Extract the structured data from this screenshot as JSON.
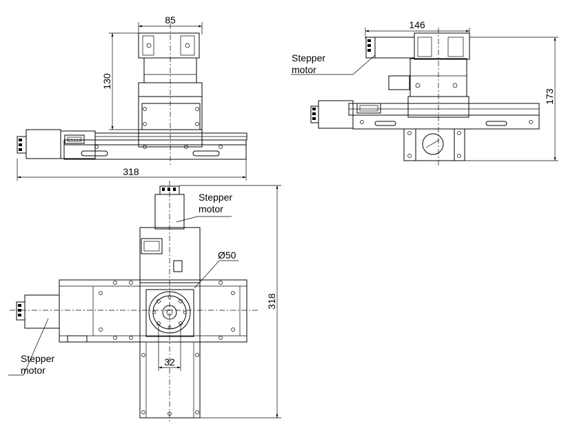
{
  "dimensions": {
    "front_width": "85",
    "front_height": "130",
    "front_length": "318",
    "side_width": "146",
    "side_height": "173",
    "top_length": "318",
    "rotary_diameter": "Ø50",
    "center_spacing": "32"
  },
  "labels": {
    "side_motor": [
      "Stepper",
      "motor"
    ],
    "top_motor": [
      "Stepper",
      "motor"
    ],
    "left_motor": [
      "Stepper",
      "motor"
    ]
  }
}
